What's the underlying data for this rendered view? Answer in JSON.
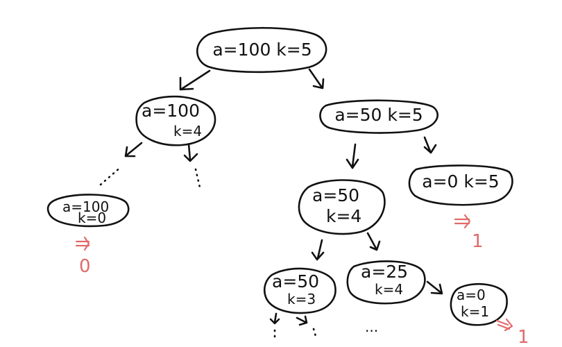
{
  "colors": {
    "ink": "#111111",
    "annotation": "#e06a6a",
    "background": "#ffffff"
  },
  "nodes": {
    "root": {
      "line1": "a=100 k=5"
    },
    "left": {
      "line1": "a=100",
      "line2": "k=4"
    },
    "right": {
      "line1": "a=50 k=5"
    },
    "left_leaf": {
      "line1": "a=100",
      "line2": "k=0"
    },
    "right_left": {
      "line1": "a=50",
      "line2": "k=4"
    },
    "right_right": {
      "line1": "a=0 k=5"
    },
    "rl_left": {
      "line1": "a=50",
      "line2": "k=3"
    },
    "rl_mid": {
      "line1": "a=25",
      "line2": "k=4"
    },
    "rl_right": {
      "line1": "a=0",
      "line2": "k=1"
    }
  },
  "results": {
    "left_leaf": "0",
    "right_right": "1",
    "rl_right": "1"
  },
  "ellipsis": "..."
}
